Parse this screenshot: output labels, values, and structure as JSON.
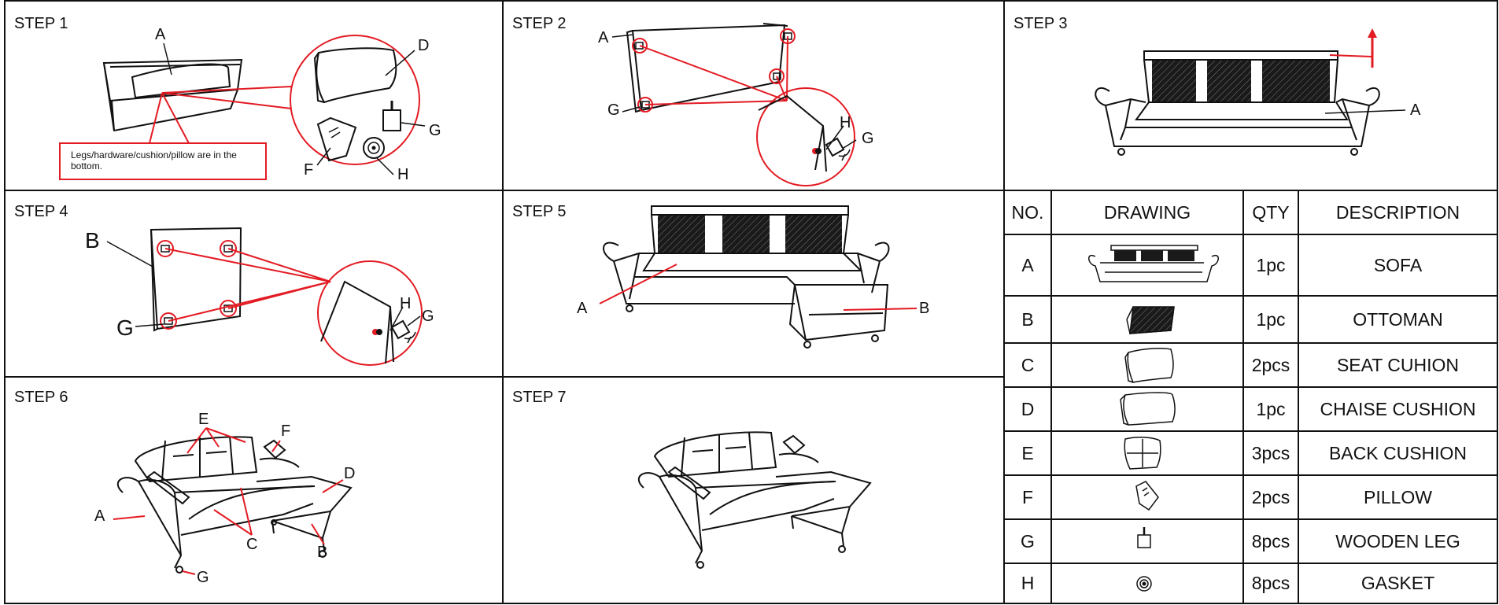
{
  "colors": {
    "line": "#111111",
    "accent": "#e31b23",
    "fill_dark": "#1a1a1a"
  },
  "steps": [
    {
      "label": "STEP 1"
    },
    {
      "label": "STEP 2"
    },
    {
      "label": "STEP 3"
    },
    {
      "label": "STEP 4"
    },
    {
      "label": "STEP 5"
    },
    {
      "label": "STEP 6"
    },
    {
      "label": "STEP 7"
    }
  ],
  "step1": {
    "callouts": {
      "a": "A",
      "d": "D",
      "g": "G",
      "f": "F",
      "h": "H"
    },
    "note": "Legs/hardware/cushion/pillow are in the bottom."
  },
  "step2": {
    "callouts": {
      "a": "A",
      "g": "G",
      "h": "H",
      "g2": "G"
    }
  },
  "step3": {
    "callouts": {
      "a": "A"
    }
  },
  "step4": {
    "callouts": {
      "b": "B",
      "g": "G",
      "h": "H",
      "g2": "G"
    }
  },
  "step5": {
    "callouts": {
      "a": "A",
      "b": "B"
    }
  },
  "step6": {
    "callouts": {
      "e": "E",
      "f": "F",
      "d": "D",
      "a": "A",
      "c": "C",
      "b": "B",
      "g": "G"
    }
  },
  "parts_table": {
    "headers": {
      "no": "NO.",
      "drawing": "DRAWING",
      "qty": "QTY",
      "description": "DESCRIPTION"
    },
    "rows": [
      {
        "no": "A",
        "qty": "1pc",
        "description": "SOFA",
        "icon": "sofa-icon"
      },
      {
        "no": "B",
        "qty": "1pc",
        "description": "OTTOMAN",
        "icon": "ottoman-icon"
      },
      {
        "no": "C",
        "qty": "2pcs",
        "description": "SEAT CUHION",
        "icon": "seat-cushion-icon"
      },
      {
        "no": "D",
        "qty": "1pc",
        "description": "CHAISE CUSHION",
        "icon": "chaise-cushion-icon"
      },
      {
        "no": "E",
        "qty": "3pcs",
        "description": "BACK CUSHION",
        "icon": "back-cushion-icon"
      },
      {
        "no": "F",
        "qty": "2pcs",
        "description": "PILLOW",
        "icon": "pillow-icon"
      },
      {
        "no": "G",
        "qty": "8pcs",
        "description": "WOODEN LEG",
        "icon": "wooden-leg-icon"
      },
      {
        "no": "H",
        "qty": "8pcs",
        "description": "GASKET",
        "icon": "gasket-icon"
      }
    ]
  }
}
